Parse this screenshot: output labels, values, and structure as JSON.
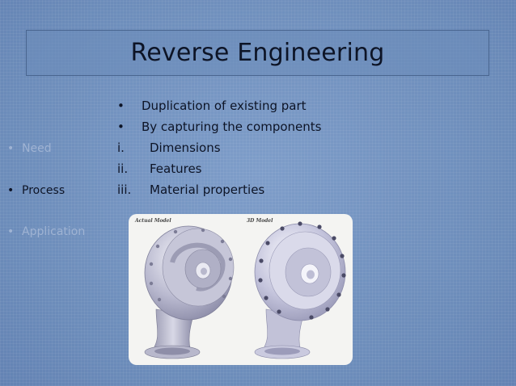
{
  "slide": {
    "title": "Reverse Engineering"
  },
  "nav": {
    "items": [
      {
        "label": "Need",
        "state": "faded"
      },
      {
        "label": "Process",
        "state": "active"
      },
      {
        "label": "Application",
        "state": "faded"
      }
    ],
    "bullet_symbol": "•"
  },
  "bullets": {
    "items": [
      {
        "marker": "•",
        "text": "Duplication of existing part"
      },
      {
        "marker": "•",
        "text": "By capturing the components"
      },
      {
        "marker": "i.",
        "text": "Dimensions"
      },
      {
        "marker": "ii.",
        "text": "Features"
      },
      {
        "marker": "iii.",
        "text": "Material properties"
      }
    ]
  },
  "figure": {
    "left_caption": "Actual Model",
    "right_caption": "3D Model"
  },
  "colors": {
    "background": "#6f8fbd",
    "title_text": "#0d1426",
    "faded_text": "#9fb3d3"
  }
}
